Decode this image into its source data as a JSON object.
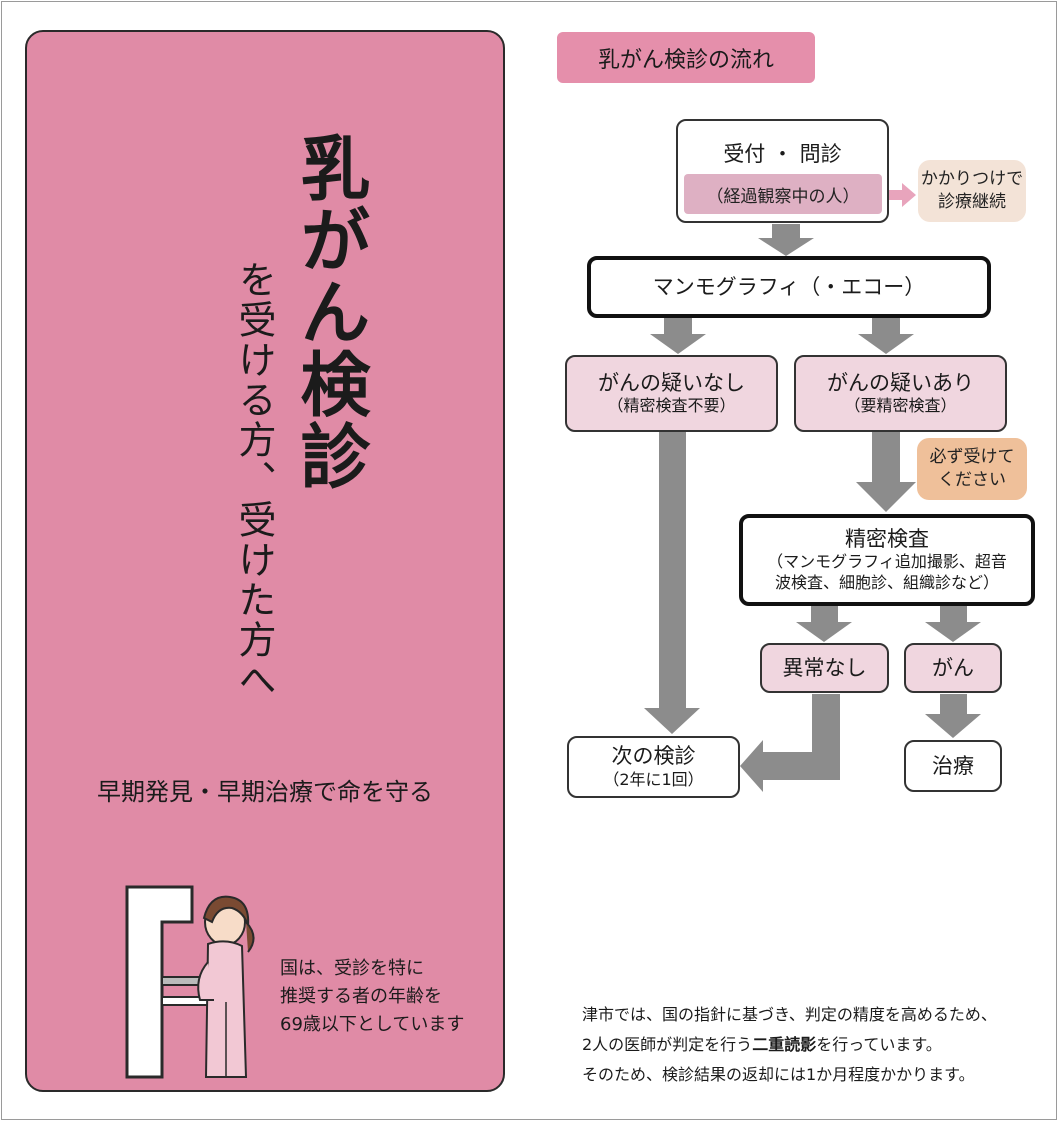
{
  "left": {
    "title": "乳がん検診",
    "subtitle": "を受ける方、受けた方へ",
    "slogan": "早期発見・早期治療で命を守る",
    "age_note_lines": [
      "国は、受診を特に",
      "推奨する者の年齢を",
      "69歳以下としています"
    ]
  },
  "flow": {
    "label": "乳がん検診の流れ",
    "reception": {
      "title": "受付 ・ 問診",
      "note": "（経過観察中の人）"
    },
    "continue_care": [
      "かかりつけで",
      "診療継続"
    ],
    "mammography": "マンモグラフィ（・エコー）",
    "no_suspicion": {
      "title": "がんの疑いなし",
      "sub": "（精密検査不要）"
    },
    "suspicion": {
      "title": "がんの疑いあり",
      "sub": "（要精密検査）"
    },
    "must_take": [
      "必ず受けて",
      "ください"
    ],
    "detailed": {
      "title": "精密検査",
      "sub1": "（マンモグラフィ追加撮影、超音",
      "sub2": "波検査、細胞診、組織診など）"
    },
    "no_abnormality": "異常なし",
    "cancer": "がん",
    "next_screening": {
      "title": "次の検診",
      "sub": "（2年に1回）"
    },
    "treatment": "治療"
  },
  "footnote": {
    "line1": "津市では、国の指針に基づき、判定の精度を高めるため、",
    "line2_before": "2人の医師が判定を行う",
    "line2_bold": "二重読影",
    "line2_after": "を行っています。",
    "line3": "そのため、検診結果の返却には1か月程度かかります。"
  },
  "colors": {
    "panel_pink": "#e08ba6",
    "box_pink": "#f0d6df",
    "arrow_gray": "#8c8c8c",
    "beige": "#f3e3d7",
    "orange": "#efc09a"
  }
}
